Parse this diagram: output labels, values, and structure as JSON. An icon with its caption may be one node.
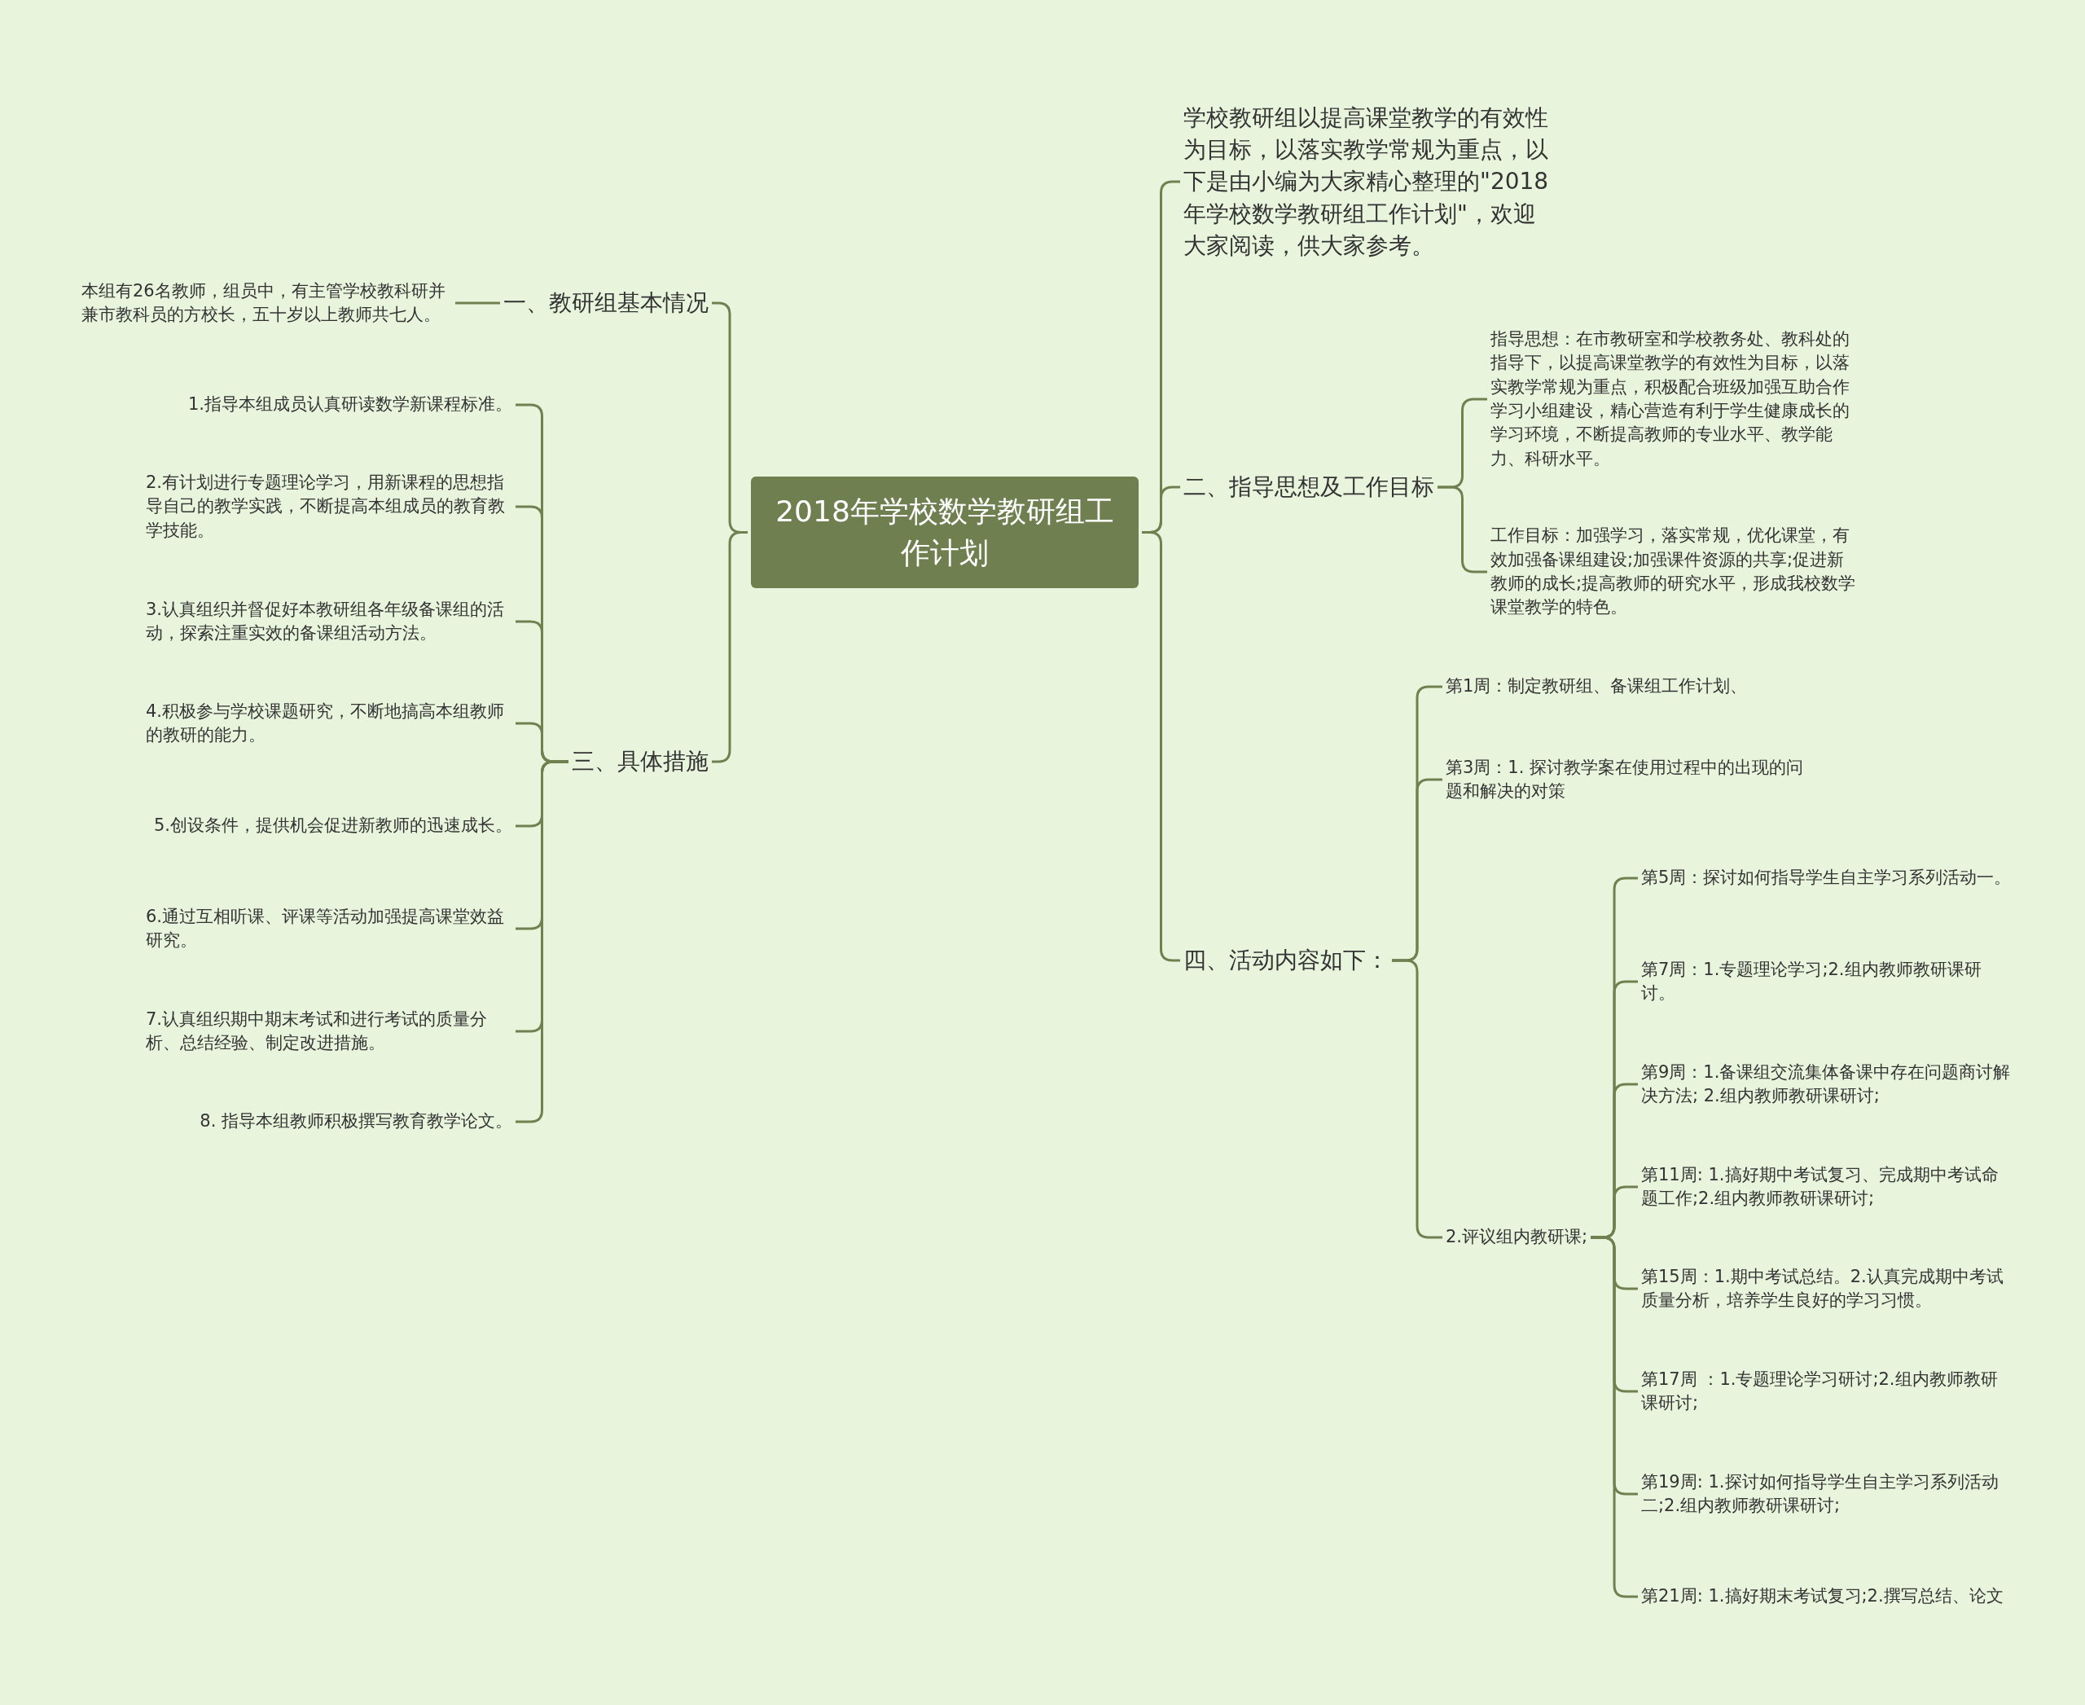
{
  "diagram": {
    "nodes": [
      {
        "text": [
          "2018年学校数学教研组工作计划"
        ]
      },
      {
        "text": [
          "一、教研组基本情况"
        ]
      },
      {
        "text": [
          "本组有26名教师，组员中，有主管学校教科研并兼市教科员的方校长，五十岁以上教师共七人。"
        ]
      },
      {
        "text": [
          "三、具体措施"
        ]
      },
      {
        "text": [
          "1.指导本组成员认真研读数学新课程标准。"
        ]
      },
      {
        "text": [
          "2.有计划进行专题理论学习，用新课程的思想指导自己的教学实践，不断提高本组成员的教育教学技能。"
        ]
      },
      {
        "text": [
          "3.认真组织并督促好本教研组各年级备课组的活动，探索注重实效的备课组活动方法。"
        ]
      },
      {
        "text": [
          "4.积极参与学校课题研究，不断地搞高本组教师的教研的能力。"
        ]
      },
      {
        "text": [
          "5.创设条件，提供机会促进新教师的迅速成长。"
        ]
      },
      {
        "text": [
          "6.通过互相听课、评课等活动加强提高课堂效益研究。"
        ]
      },
      {
        "text": [
          "7.认真组织期中期末考试和进行考试的质量分析、总结经验、制定改进措施。"
        ]
      },
      {
        "text": [
          "8. 指导本组教师积极撰写教育教学论文。"
        ]
      },
      {
        "text": [
          "学校教研组以提高课堂教学的有效性为目标，以落实教学常规为重点，以下是由小编为大家精心整理的\"2018年学校数学教研组工作计划\"，欢迎大家阅读，供大家参考。"
        ]
      },
      {
        "text": [
          "二、指导思想及工作目标"
        ]
      },
      {
        "text": [
          "指导思想：在市教研室和学校教务处、教科处的指导下，以提高课堂教学的有效性为目标，以落实教学常规为重点，积极配合班级加强互助合作学习小组建设，精心营造有利于学生健康成长的学习环境，不断提高教师的专业水平、教学能力、科研水平。"
        ]
      },
      {
        "text": [
          "工作目标：加强学习，落实常规，优化课堂，有效加强备课组建设;加强课件资源的共享;促进新教师的成长;提高教师的研究水平，形成我校数学课堂教学的特色。"
        ]
      },
      {
        "text": [
          "四、活动内容如下："
        ]
      },
      {
        "text": [
          "第1周：制定教研组、备课组工作计划、"
        ]
      },
      {
        "text": [
          "第3周：1. 探讨教学案在使用过程中的出现的问题和解决的对策"
        ]
      },
      {
        "text": [
          "2.评议组内教研课;"
        ]
      },
      {
        "text": [
          "第5周：探讨如何指导学生自主学习系列活动一。"
        ]
      },
      {
        "text": [
          "第7周：1.专题理论学习;2.组内教师教研课研讨。"
        ]
      },
      {
        "text": [
          "第9周：1.备课组交流集体备课中存在问题商讨解决方法; 2.组内教师教研课研讨;"
        ]
      },
      {
        "text": [
          "第11周: 1.搞好期中考试复习、完成期中考试命题工作;2.组内教师教研课研讨;"
        ]
      },
      {
        "text": [
          "第15周：1.期中考试总结。2.认真完成期中考试质量分析，培养学生良好的学习习惯。"
        ]
      },
      {
        "text": [
          "第17周 ：1.专题理论学习研讨;2.组内教师教研课研讨;"
        ]
      },
      {
        "text": [
          "第19周: 1.探讨如何指导学生自主学习系列活动二;2.组内教师教研课研讨;"
        ]
      },
      {
        "text": [
          "第21周: 1.搞好期末考试复习;2.撰写总结、论文"
        ]
      }
    ],
    "edges": [
      {
        "from": 0,
        "to": 1,
        "arrow": "none"
      },
      {
        "from": 1,
        "to": 2,
        "arrow": "none"
      },
      {
        "from": 0,
        "to": 3,
        "arrow": "none"
      },
      {
        "from": 3,
        "to": 4,
        "arrow": "none"
      },
      {
        "from": 3,
        "to": 5,
        "arrow": "none"
      },
      {
        "from": 3,
        "to": 6,
        "arrow": "none"
      },
      {
        "from": 3,
        "to": 7,
        "arrow": "none"
      },
      {
        "from": 3,
        "to": 8,
        "arrow": "none"
      },
      {
        "from": 3,
        "to": 9,
        "arrow": "none"
      },
      {
        "from": 3,
        "to": 10,
        "arrow": "none"
      },
      {
        "from": 3,
        "to": 11,
        "arrow": "none"
      },
      {
        "from": 0,
        "to": 12,
        "arrow": "none"
      },
      {
        "from": 0,
        "to": 13,
        "arrow": "none"
      },
      {
        "from": 13,
        "to": 14,
        "arrow": "none"
      },
      {
        "from": 13,
        "to": 15,
        "arrow": "none"
      },
      {
        "from": 0,
        "to": 16,
        "arrow": "none"
      },
      {
        "from": 16,
        "to": 17,
        "arrow": "none"
      },
      {
        "from": 16,
        "to": 18,
        "arrow": "none"
      },
      {
        "from": 16,
        "to": 19,
        "arrow": "none"
      },
      {
        "from": 19,
        "to": 20,
        "arrow": "none"
      },
      {
        "from": 19,
        "to": 21,
        "arrow": "none"
      },
      {
        "from": 19,
        "to": 22,
        "arrow": "none"
      },
      {
        "from": 19,
        "to": 23,
        "arrow": "none"
      },
      {
        "from": 19,
        "to": 24,
        "arrow": "none"
      },
      {
        "from": 19,
        "to": 25,
        "arrow": "none"
      },
      {
        "from": 19,
        "to": 26,
        "arrow": "none"
      },
      {
        "from": 19,
        "to": 27,
        "arrow": "none"
      }
    ]
  }
}
